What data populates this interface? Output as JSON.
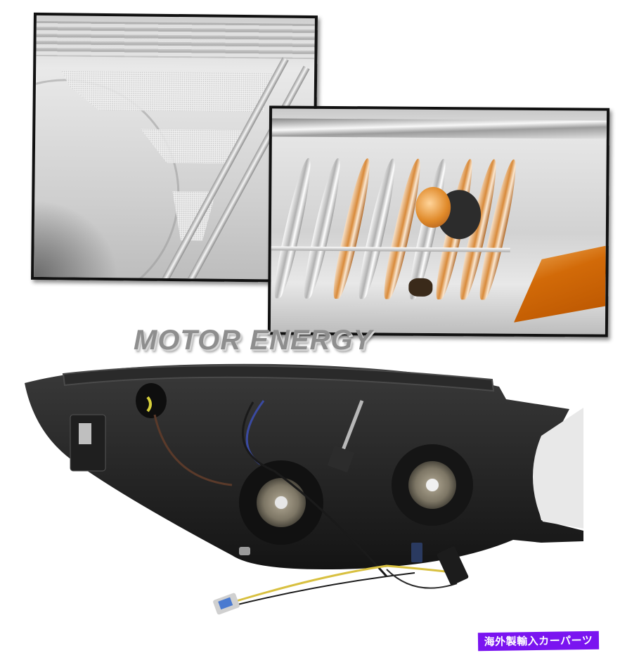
{
  "image": {
    "subject": "Headlight assembly product photo",
    "panels": [
      {
        "name": "clear-lens-closeup",
        "description": "Grayscale close-up of clear headlight lens with textured reflector strips"
      },
      {
        "name": "amber-turn-signal-closeup",
        "description": "Close-up of crystal turn signal section with amber bulb and amber side marker"
      }
    ],
    "main_photo": "Rear view of black headlight housing with two bulb sockets, adjuster rod and wiring harness connectors (blue and black)"
  },
  "watermark": {
    "brand_text": "MOTOR ENERGY"
  },
  "badge": {
    "text": "海外製輸入カーパーツ",
    "background": "#7a14f0",
    "color": "#ffffff"
  },
  "colors": {
    "amber": "#d26a08",
    "housing_black": "#1c1c1c",
    "frame_black": "#111111",
    "background": "#ffffff"
  }
}
